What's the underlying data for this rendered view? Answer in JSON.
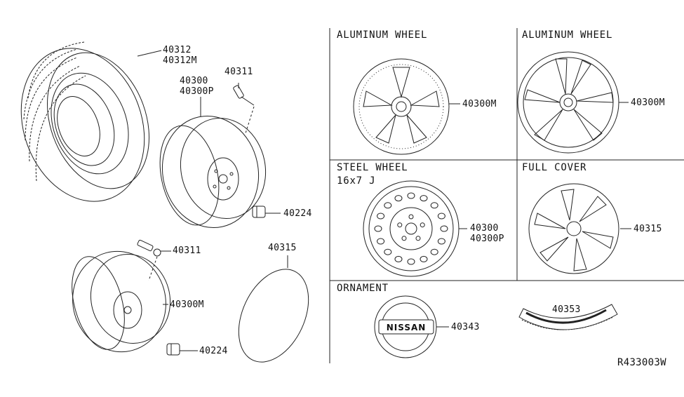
{
  "sections": {
    "aluminum_wheel_1": "ALUMINUM WHEEL",
    "aluminum_wheel_2": "ALUMINUM WHEEL",
    "steel_wheel": "STEEL WHEEL",
    "steel_wheel_size": "16x7 J",
    "full_cover": "FULL COVER",
    "ornament": "ORNAMENT"
  },
  "parts": {
    "tire_a": "40312",
    "tire_b": "40312M",
    "wheel_a": "40300",
    "wheel_b": "40300P",
    "valve_top": "40311",
    "nut_top": "40224",
    "valve_bottom": "40311",
    "spare_wheel": "40300M",
    "nut_bottom": "40224",
    "cover_left": "40315",
    "alu1": "40300M",
    "alu2": "40300M",
    "steel_a": "40300",
    "steel_b": "40300P",
    "full_cover": "40315",
    "ornament": "40343",
    "label": "40353"
  },
  "ornament_text": "NISSAN",
  "diagram_code": "R433003W"
}
